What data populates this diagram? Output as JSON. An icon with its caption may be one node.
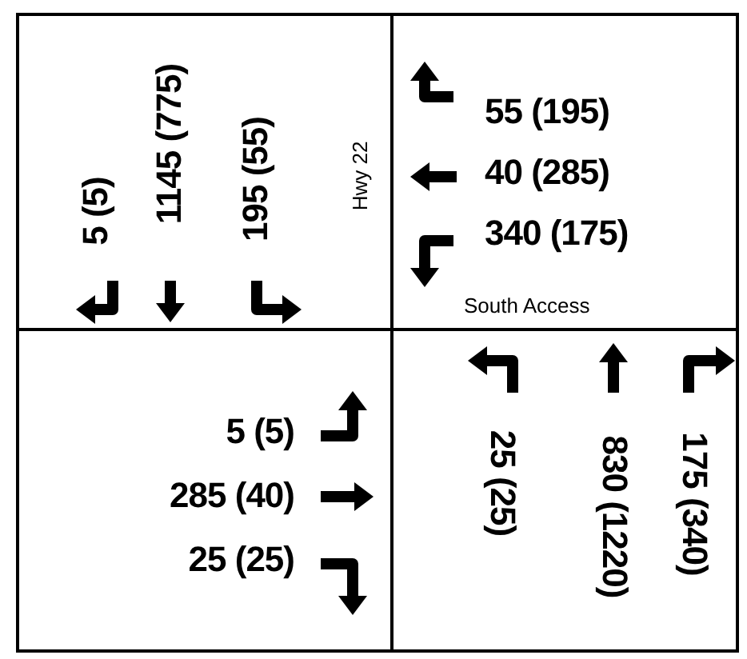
{
  "diagram": {
    "labels": [
      "5 (5)",
      "1145 (775)",
      "195 (55)",
      "Hwy 22",
      "55 (195)",
      "40 (285)",
      "340 (175)",
      "South Access",
      "5 (5)",
      "285 (40)",
      "25 (25)",
      "25 (25)",
      "830 (1220)",
      "175 (340)"
    ]
  }
}
